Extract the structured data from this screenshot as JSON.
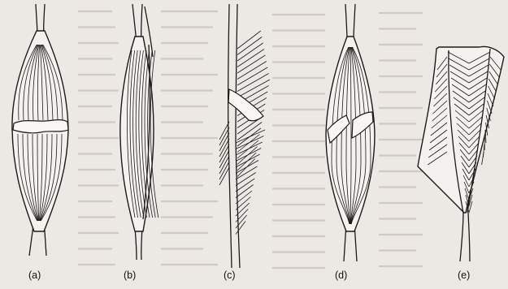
{
  "figure": {
    "panels": [
      {
        "id": "a",
        "label": "(a)"
      },
      {
        "id": "b",
        "label": "(b)"
      },
      {
        "id": "c",
        "label": "(c)"
      },
      {
        "id": "d",
        "label": "(d)"
      },
      {
        "id": "e",
        "label": "(e)"
      }
    ]
  },
  "colors": {
    "background": "#ece9e4",
    "ink": "#1a1a1a"
  }
}
